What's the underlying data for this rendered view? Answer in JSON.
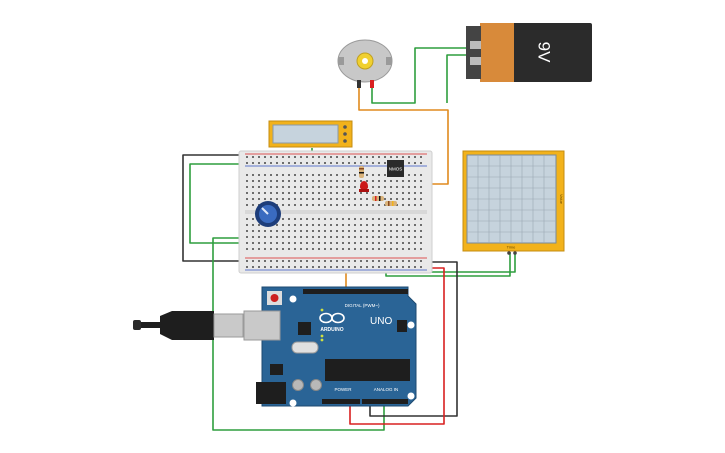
{
  "battery": {
    "label": "9V"
  },
  "arduino": {
    "brand": "ARDUINO",
    "model": "UNO",
    "digital_header": "DIGITAL (PWM~)",
    "power_header": "POWER",
    "analog_header": "ANALOG IN"
  },
  "chip": {
    "label": "NMOS"
  },
  "plotter": {
    "x_label": "Time",
    "y_label": "Value"
  },
  "colors": {
    "wire_green": "#2e9e3e",
    "wire_black": "#333333",
    "wire_red": "#d92020",
    "wire_orange": "#e08a1e",
    "board_blue": "#2a6496",
    "lcd_frame": "#f2b21b",
    "battery_orange": "#d88a3a"
  }
}
